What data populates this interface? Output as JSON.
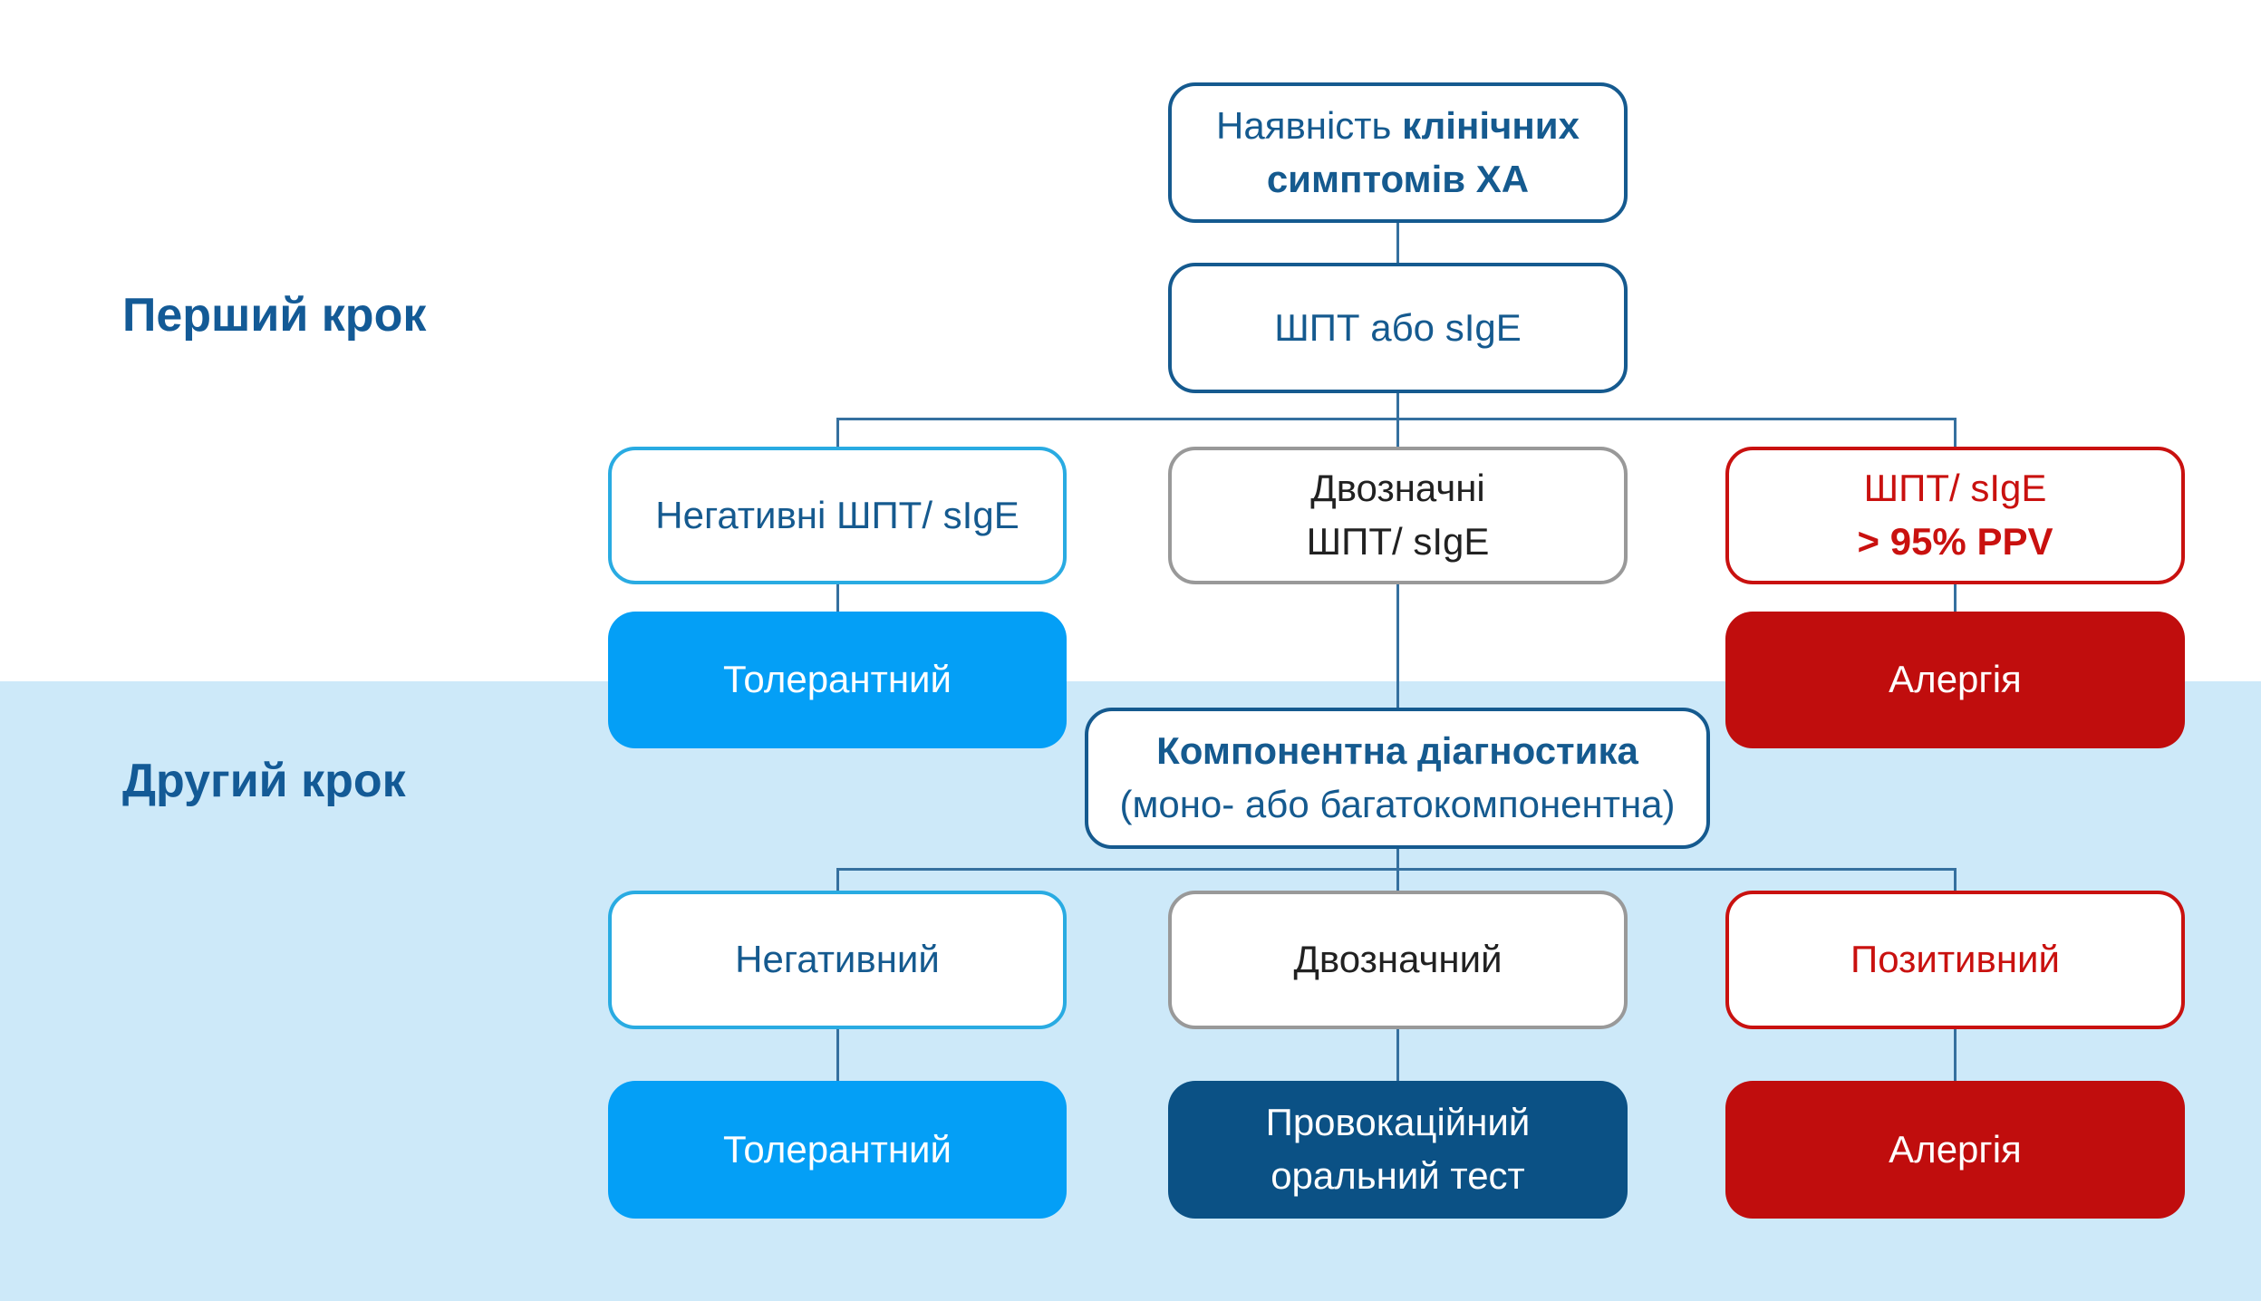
{
  "title": "Food allergy diagnostic algorithm flowchart",
  "colors": {
    "dark_blue": "#155a8f",
    "cyan_accent": "#29abe2",
    "bright_blue_fill": "#049ff6",
    "red_outline": "#c9110f",
    "red_fill": "#c00d0d",
    "navy_fill": "#0b5185",
    "gray_outline": "#999999",
    "light_blue_band": "#cde9f9"
  },
  "labels": {
    "step1": "Перший крок",
    "step2": "Другий крок"
  },
  "nodes": {
    "symptoms": {
      "normal": "Наявність ",
      "bold1": "клінічних",
      "bold2": "симптомів ХА"
    },
    "spt_sige": {
      "text": "ШПТ або sIgE"
    },
    "negative_spt": {
      "text": "Негативні ШПТ/ sIgE"
    },
    "ambiguous_spt": {
      "line1": "Двозначні",
      "line2": "ШПТ/ sIgE"
    },
    "ppv": {
      "line1": "ШПТ/ sIgE",
      "line2": "> 95% PPV"
    },
    "tolerant_step1": {
      "text": "Толерантний"
    },
    "allergy_step1": {
      "text": "Алергія"
    },
    "component": {
      "line1": "Компонентна діагностика",
      "line2": "(моно- або багатокомпонентна)"
    },
    "negative_result": {
      "text": "Негативний"
    },
    "ambiguous_result": {
      "text": "Двозначний"
    },
    "positive_result": {
      "text": "Позитивний"
    },
    "tolerant_step2": {
      "text": "Толерантний"
    },
    "oral_test": {
      "line1": "Провокаційний",
      "line2": "оральний тест"
    },
    "allergy_step2": {
      "text": "Алергія"
    }
  }
}
